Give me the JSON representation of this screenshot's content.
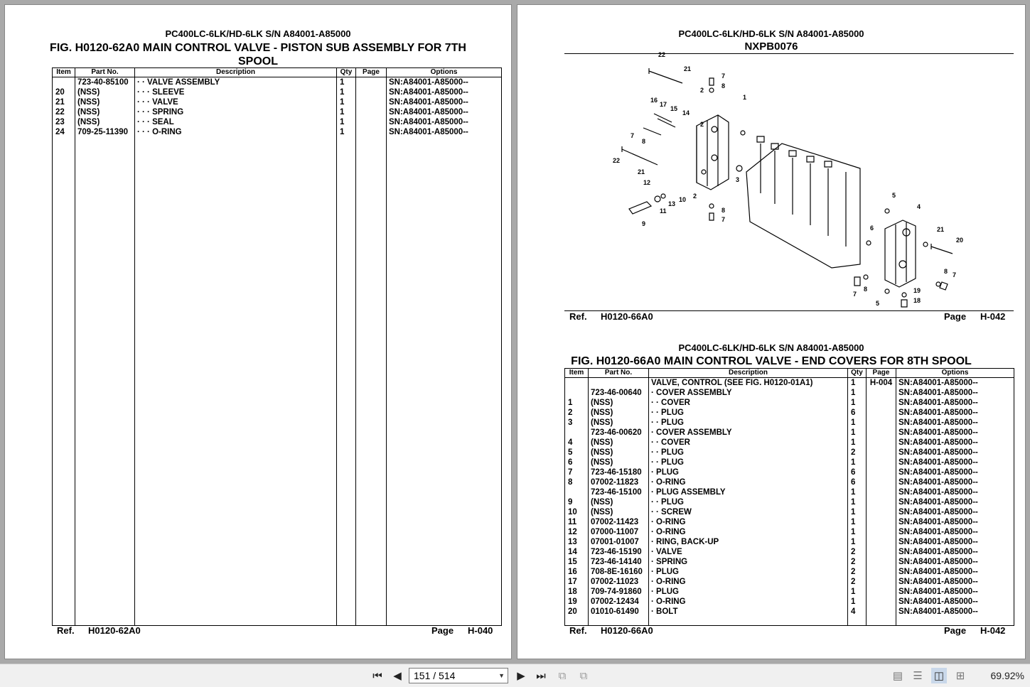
{
  "left": {
    "model": "PC400LC-6LK/HD-6LK S/N A84001-A85000",
    "fig_line1": "FIG. H0120-62A0 MAIN CONTROL VALVE - PISTON SUB ASSEMBLY FOR 7TH",
    "fig_line2": "SPOOL",
    "headers": [
      "Item",
      "Part No.",
      "Description",
      "Qty",
      "Page",
      "Options"
    ],
    "rows": [
      [
        "",
        "723-40-85100",
        "· · VALVE ASSEMBLY",
        "1",
        "",
        "SN:A84001-A85000--"
      ],
      [
        "20",
        "(NSS)",
        "· · · SLEEVE",
        "1",
        "",
        "SN:A84001-A85000--"
      ],
      [
        "21",
        "(NSS)",
        "· · · VALVE",
        "1",
        "",
        "SN:A84001-A85000--"
      ],
      [
        "22",
        "(NSS)",
        "· · · SPRING",
        "1",
        "",
        "SN:A84001-A85000--"
      ],
      [
        "23",
        "(NSS)",
        "· · · SEAL",
        "1",
        "",
        "SN:A84001-A85000--"
      ],
      [
        "24",
        "709-25-11390",
        "· · · O-RING",
        "1",
        "",
        "SN:A84001-A85000--"
      ]
    ],
    "ref_label": "Ref.",
    "ref_value": "H0120-62A0",
    "page_label": "Page",
    "page_value": "H-040"
  },
  "right": {
    "model_top": "PC400LC-6LK/HD-6LK S/N A84001-A85000",
    "diagram_code": "NXPB0076",
    "diagram_ref_label": "Ref.",
    "diagram_ref_value": "H0120-66A0",
    "diagram_page_label": "Page",
    "diagram_page_value": "H-042",
    "model": "PC400LC-6LK/HD-6LK S/N A84001-A85000",
    "fig": "FIG. H0120-66A0 MAIN CONTROL VALVE - END COVERS FOR 8TH SPOOL",
    "headers": [
      "Item",
      "Part No.",
      "Description",
      "Qty",
      "Page",
      "Options"
    ],
    "rows": [
      [
        "",
        "",
        "VALVE, CONTROL (SEE FIG. H0120-01A1)",
        "1",
        "H-004",
        "SN:A84001-A85000--"
      ],
      [
        "",
        "723-46-00640",
        "· COVER ASSEMBLY",
        "1",
        "",
        "SN:A84001-A85000--"
      ],
      [
        "1",
        "(NSS)",
        "· · COVER",
        "1",
        "",
        "SN:A84001-A85000--"
      ],
      [
        "2",
        "(NSS)",
        "· · PLUG",
        "6",
        "",
        "SN:A84001-A85000--"
      ],
      [
        "3",
        "(NSS)",
        "· · PLUG",
        "1",
        "",
        "SN:A84001-A85000--"
      ],
      [
        "",
        "723-46-00620",
        "· COVER ASSEMBLY",
        "1",
        "",
        "SN:A84001-A85000--"
      ],
      [
        "4",
        "(NSS)",
        "· · COVER",
        "1",
        "",
        "SN:A84001-A85000--"
      ],
      [
        "5",
        "(NSS)",
        "· · PLUG",
        "2",
        "",
        "SN:A84001-A85000--"
      ],
      [
        "6",
        "(NSS)",
        "· · PLUG",
        "1",
        "",
        "SN:A84001-A85000--"
      ],
      [
        "7",
        "723-46-15180",
        "· PLUG",
        "6",
        "",
        "SN:A84001-A85000--"
      ],
      [
        "8",
        "07002-11823",
        "· O-RING",
        "6",
        "",
        "SN:A84001-A85000--"
      ],
      [
        "",
        "723-46-15100",
        "· PLUG ASSEMBLY",
        "1",
        "",
        "SN:A84001-A85000--"
      ],
      [
        "9",
        "(NSS)",
        "· · PLUG",
        "1",
        "",
        "SN:A84001-A85000--"
      ],
      [
        "10",
        "(NSS)",
        "· · SCREW",
        "1",
        "",
        "SN:A84001-A85000--"
      ],
      [
        "11",
        "07002-11423",
        "· O-RING",
        "1",
        "",
        "SN:A84001-A85000--"
      ],
      [
        "12",
        "07000-11007",
        "· O-RING",
        "1",
        "",
        "SN:A84001-A85000--"
      ],
      [
        "13",
        "07001-01007",
        "· RING, BACK-UP",
        "1",
        "",
        "SN:A84001-A85000--"
      ],
      [
        "14",
        "723-46-15190",
        "· VALVE",
        "2",
        "",
        "SN:A84001-A85000--"
      ],
      [
        "15",
        "723-46-14140",
        "· SPRING",
        "2",
        "",
        "SN:A84001-A85000--"
      ],
      [
        "16",
        "708-8E-16160",
        "· PLUG",
        "2",
        "",
        "SN:A84001-A85000--"
      ],
      [
        "17",
        "07002-11023",
        "· O-RING",
        "2",
        "",
        "SN:A84001-A85000--"
      ],
      [
        "18",
        "709-74-91860",
        "· PLUG",
        "1",
        "",
        "SN:A84001-A85000--"
      ],
      [
        "19",
        "07002-12434",
        "· O-RING",
        "1",
        "",
        "SN:A84001-A85000--"
      ],
      [
        "20",
        "01010-61490",
        "· BOLT",
        "4",
        "",
        "SN:A84001-A85000--"
      ]
    ],
    "ref_label": "Ref.",
    "ref_value": "H0120-66A0",
    "page_label": "Page",
    "page_value": "H-042"
  },
  "callouts": [
    "22",
    "21",
    "7",
    "8",
    "2",
    "1",
    "16",
    "17",
    "15",
    "14",
    "7",
    "8",
    "2",
    "22",
    "21",
    "3",
    "12",
    "13",
    "10",
    "11",
    "9",
    "2",
    "8",
    "7",
    "5",
    "4",
    "6",
    "21",
    "20",
    "8",
    "7",
    "8",
    "7",
    "19",
    "18",
    "5"
  ],
  "toolbar": {
    "page_indicator": "151 / 514",
    "zoom": "69.92%"
  },
  "icons": [
    "first-page-icon",
    "prev-page-icon",
    "next-page-icon",
    "last-page-icon",
    "fit-page-icon",
    "fit-width-icon",
    "single-page-icon",
    "continuous-icon",
    "two-page-icon",
    "two-page-continuous-icon"
  ]
}
